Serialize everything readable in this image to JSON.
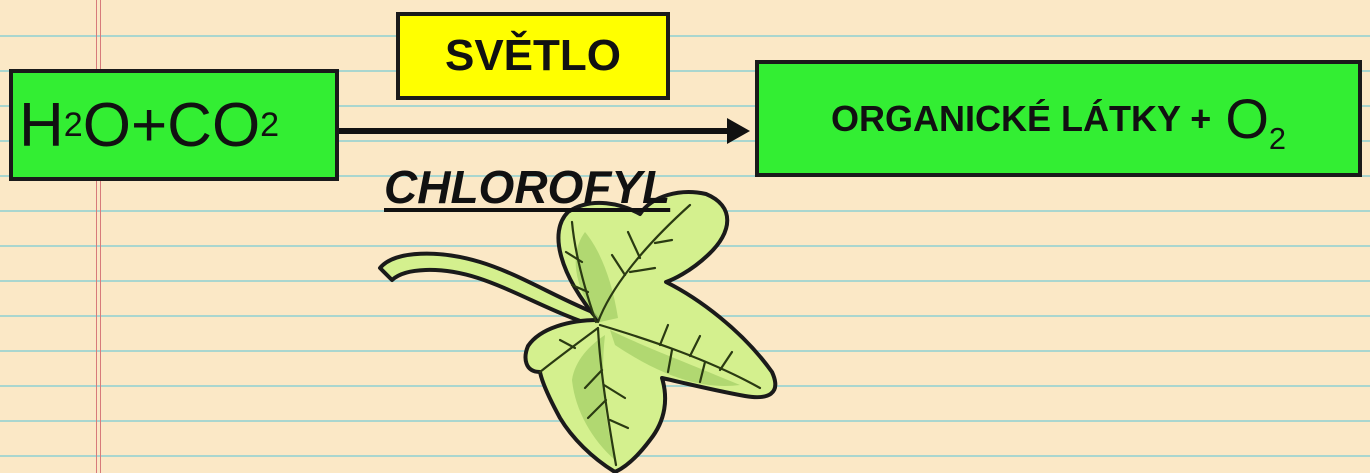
{
  "equation": {
    "reactants": {
      "parts": [
        "H",
        "2",
        "O+CO",
        "2"
      ]
    },
    "condition_light": "SVĚTLO",
    "catalyst_label": "CHLOROFYL",
    "products": {
      "text": "ORGANICKÉ LÁTKY +",
      "oxygen": "O",
      "oxygen_subscript": "2"
    }
  },
  "colors": {
    "paper": "#fbe8c6",
    "ruled_lines": "#a9d6cf",
    "margin_lines": "#d77a7a",
    "box_green": "#33ee33",
    "box_yellow": "#ffff00",
    "leaf_fill": "#d4f08e",
    "leaf_shade": "#a8d26a"
  },
  "illustration": {
    "icon": "leaf-icon"
  }
}
